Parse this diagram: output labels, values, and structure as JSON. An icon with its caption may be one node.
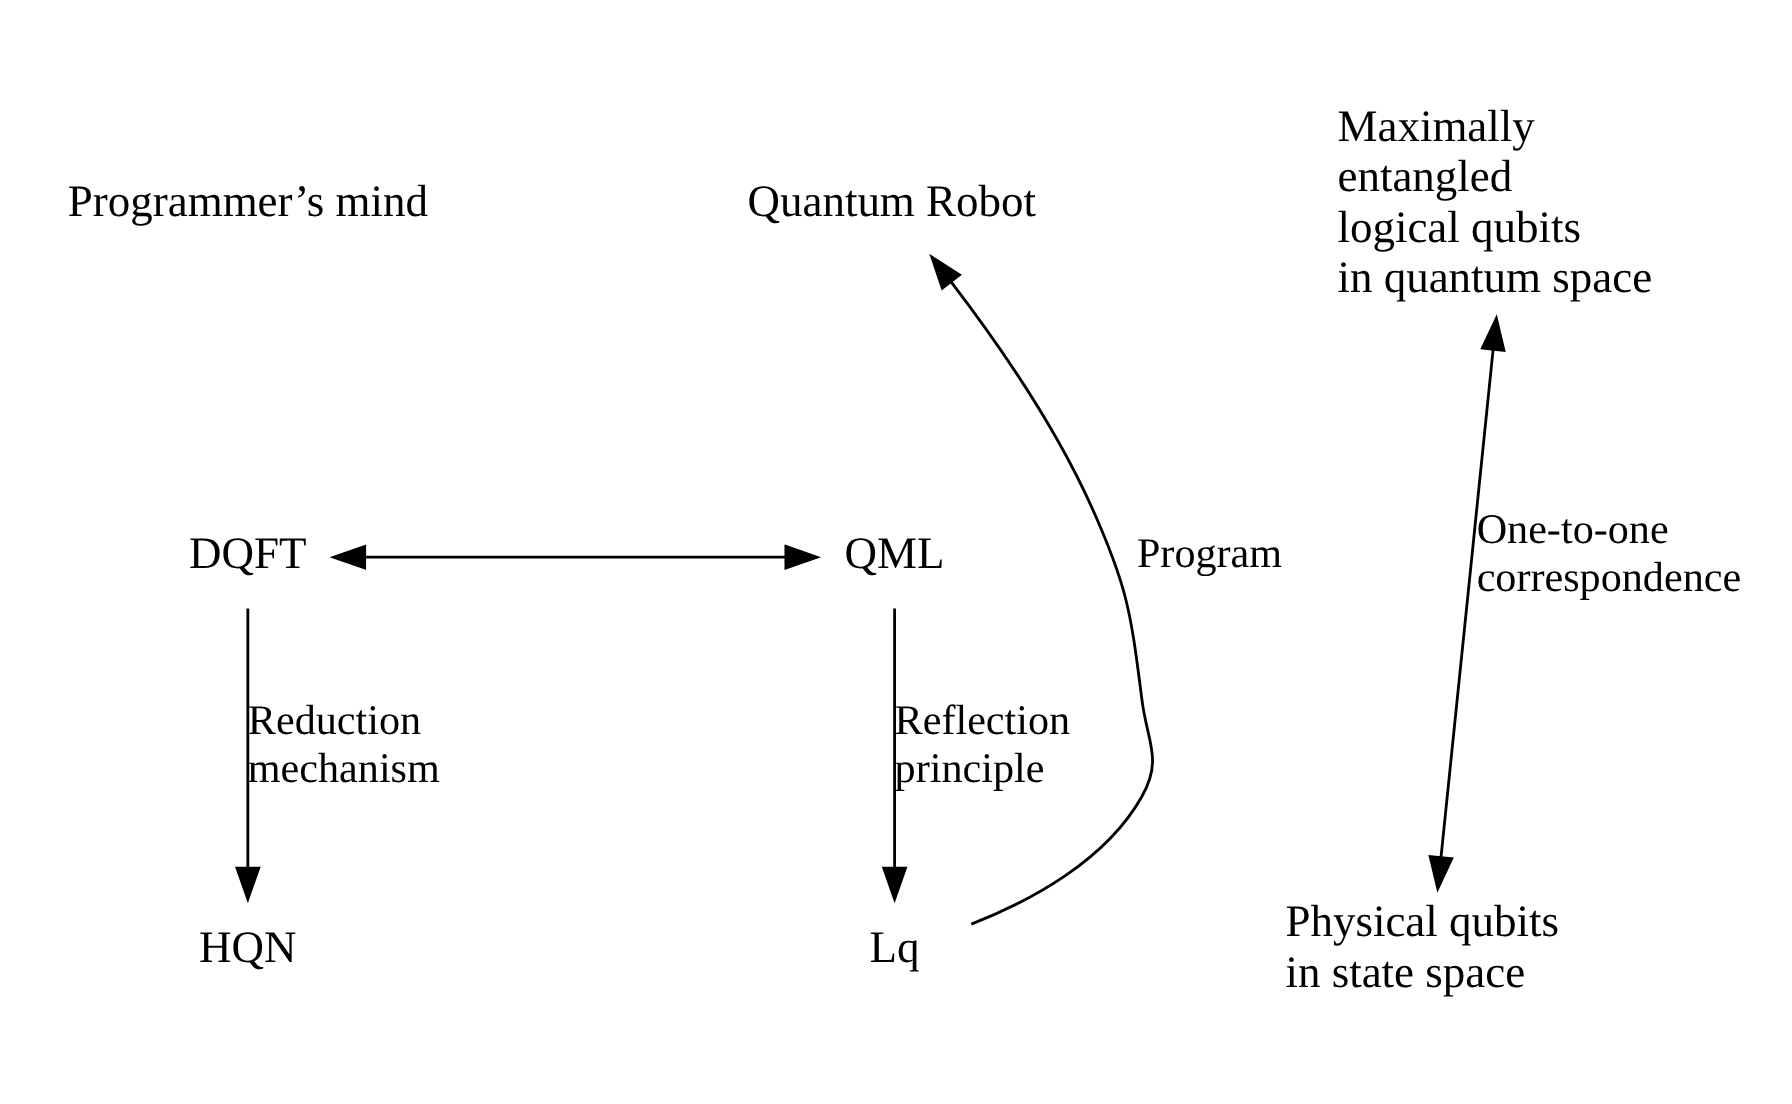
{
  "diagram": {
    "nodes": [
      {
        "text": [
          "DQFT"
        ]
      },
      {
        "text": [
          "QML"
        ]
      },
      {
        "text": [
          "HQN"
        ]
      },
      {
        "text": [
          "Lq"
        ]
      },
      {
        "text": [
          "Quantum Robot"
        ]
      },
      {
        "text": [
          "Maximally entangled logical qubits in quantum space"
        ]
      },
      {
        "text": [
          "Physical qubits in state space"
        ]
      }
    ],
    "edges": [
      {
        "from": 0,
        "to": 1,
        "arrow": "both"
      },
      {
        "from": 0,
        "to": 2,
        "arrow": "to",
        "label": "Reduction mechanism"
      },
      {
        "from": 1,
        "to": 3,
        "arrow": "to",
        "label": "Reflection principle"
      },
      {
        "from": 3,
        "to": 4,
        "arrow": "to",
        "label": "Program"
      },
      {
        "from": 5,
        "to": 6,
        "arrow": "both",
        "label": "One-to-one correspondence"
      }
    ],
    "labels": [
      "Programmer’s mind"
    ]
  }
}
